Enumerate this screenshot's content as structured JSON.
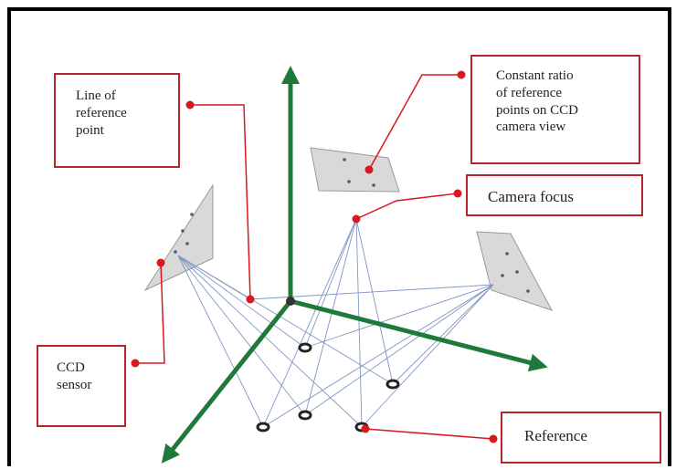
{
  "labels": {
    "line_of_reference": [
      "Line of",
      "reference",
      "point"
    ],
    "constant_ratio": [
      "Constant ratio",
      "of reference",
      "points on CCD",
      "camera view"
    ],
    "camera_focus": "Camera focus",
    "ccd_sensor": [
      "CCD",
      "sensor"
    ],
    "reference": "Reference"
  },
  "icons": {
    "axis": "arrow",
    "sensor": "parallelogram-plane",
    "reference_point": "ring-marker",
    "callout": "dot-leader"
  },
  "colors": {
    "axis": "#1e7a3a",
    "callout": "#d7191f",
    "box_border": "#b3272b",
    "ray": "#7f97c2",
    "sensor_fill": "#d9d9d9"
  }
}
